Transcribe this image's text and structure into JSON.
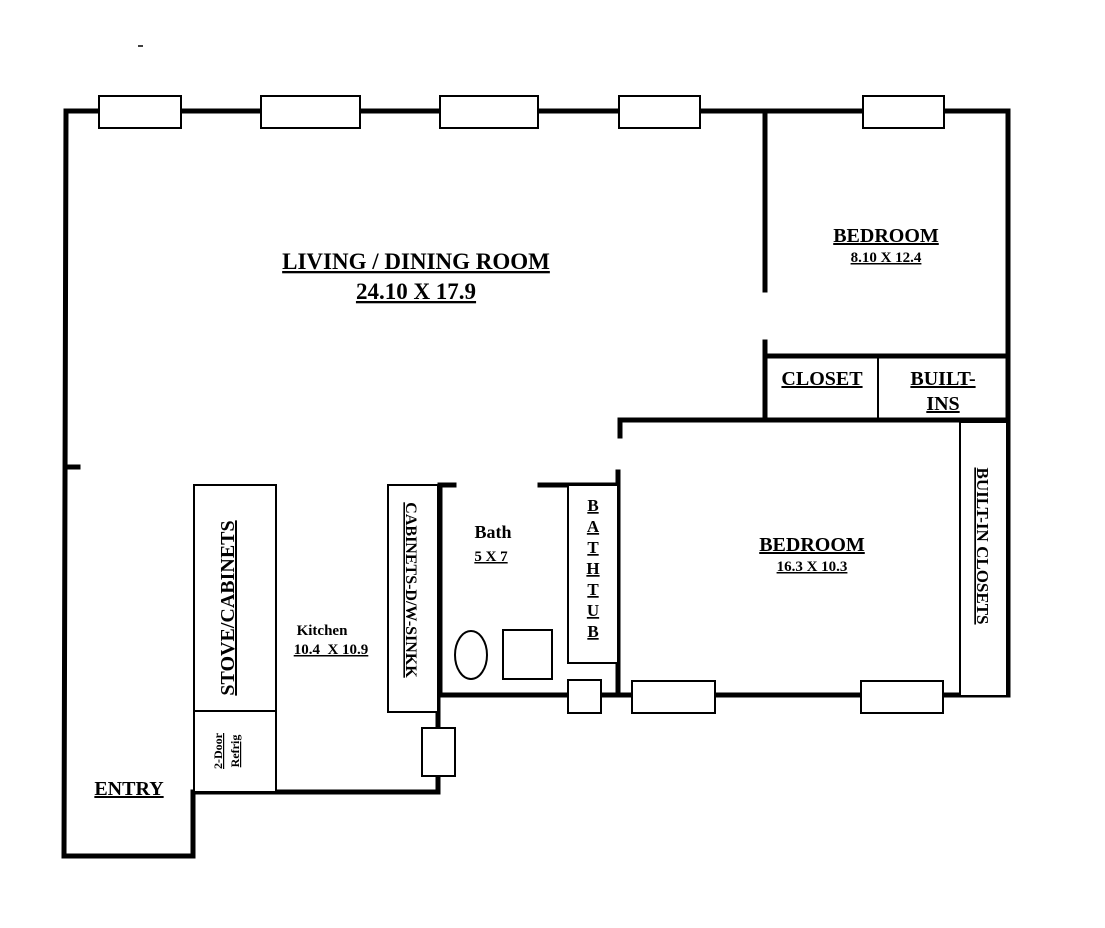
{
  "rooms": {
    "living": {
      "name": "LIVING / DINING ROOM",
      "size": "24.10 X 17.9"
    },
    "bedroom_top": {
      "name": "BEDROOM",
      "size": "8.10 X 12.4"
    },
    "closet": {
      "name": "CLOSET"
    },
    "builtins_top": {
      "line1": "BUILT-",
      "line2": "INS"
    },
    "bedroom_main": {
      "name": "BEDROOM",
      "size": "16.3 X 10.3"
    },
    "builtin_closets": {
      "name": "BUILT-IN CLOSETS"
    },
    "bath": {
      "name": "Bath",
      "size": "5 X 7"
    },
    "bathtub": {
      "letters": [
        "B",
        "A",
        "T",
        "H",
        "T",
        "U",
        "B"
      ]
    },
    "kitchen": {
      "name": "Kitchen",
      "size": "10.4  X 10.9"
    },
    "stove": {
      "name": "STOVE/CABINETS"
    },
    "cabinets_sink": {
      "name": "CABINETS-D/W-SINKK"
    },
    "refrig": {
      "line1": "2-Door",
      "line2": "Refrig"
    },
    "entry": {
      "name": "ENTRY"
    }
  }
}
